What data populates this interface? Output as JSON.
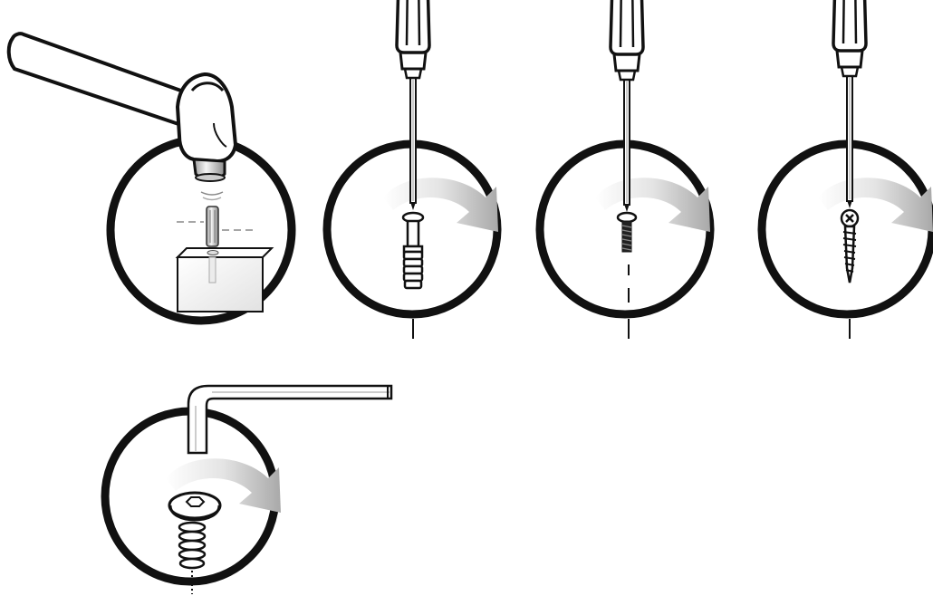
{
  "colors": {
    "ink": "#111111",
    "paper": "#ffffff",
    "metal_light": "#e6e6e6",
    "metal_mid": "#bdbdbd",
    "metal_dark": "#7a7a7a",
    "arrow_light": "#f2f2f2",
    "arrow_dark": "#b8b8b8"
  },
  "panels": [
    {
      "name": "hammer-dowel-step",
      "tool": "hammer-icon",
      "part": "wooden-dowel-icon",
      "action": "tap-down"
    },
    {
      "name": "cam-bolt-step",
      "tool": "phillips-screwdriver-icon",
      "part": "cam-lock-bolt-icon",
      "action": "rotate-clockwise"
    },
    {
      "name": "machine-screw-step",
      "tool": "phillips-screwdriver-icon",
      "part": "machine-screw-icon",
      "action": "rotate-clockwise"
    },
    {
      "name": "wood-screw-step",
      "tool": "phillips-screwdriver-icon",
      "part": "wood-screw-icon",
      "action": "rotate-clockwise"
    },
    {
      "name": "hex-bolt-step",
      "tool": "allen-key-icon",
      "part": "hex-socket-bolt-icon",
      "action": "rotate-clockwise"
    }
  ]
}
